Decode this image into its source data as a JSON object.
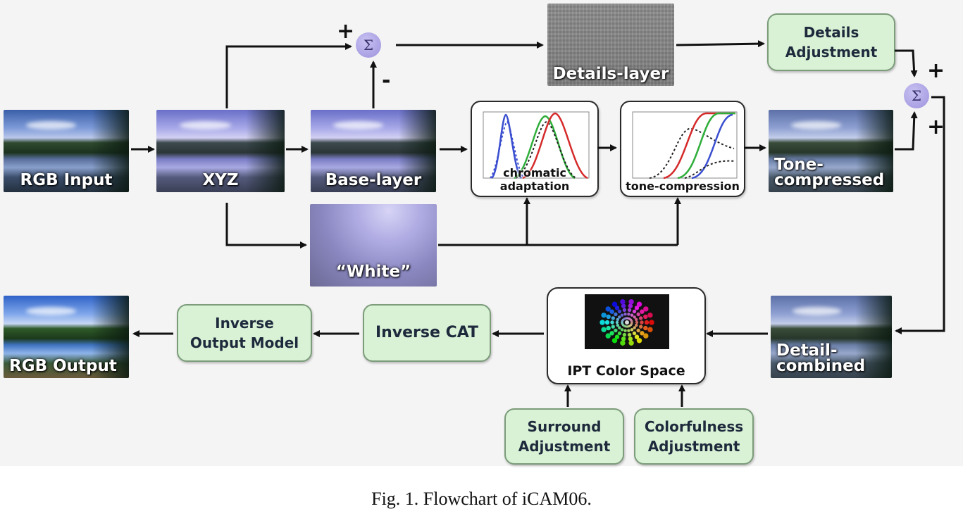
{
  "nodes": {
    "rgb_input": "RGB Input",
    "xyz": "XYZ",
    "base_layer": "Base-layer",
    "details_layer": "Details-layer",
    "white": "“White”",
    "tone_compressed_1": "Tone-",
    "tone_compressed_2": "compressed",
    "detail_combined_1": "Detail-",
    "detail_combined_2": "combined",
    "rgb_output": "RGB Output"
  },
  "graphs": {
    "chromatic_adaptation": "chromatic adaptation",
    "tone_compression": "tone-compression"
  },
  "boxes": {
    "details_adjustment_1": "Details",
    "details_adjustment_2": "Adjustment",
    "inverse_cat": "Inverse CAT",
    "inverse_output_model_1": "Inverse",
    "inverse_output_model_2": "Output Model",
    "ipt_color_space": "IPT Color Space",
    "surround_adjustment_1": "Surround",
    "surround_adjustment_2": "Adjustment",
    "colorfulness_adjustment_1": "Colorfulness",
    "colorfulness_adjustment_2": "Adjustment"
  },
  "operators": {
    "sigma": "Σ",
    "plus": "+",
    "minus": "-"
  },
  "caption": "Fig. 1.  Flowchart of iCAM06.",
  "colors": {
    "box_fill": "#d9f2d6",
    "sigma_fill": "#b3aae6",
    "arrow": "#111111"
  }
}
